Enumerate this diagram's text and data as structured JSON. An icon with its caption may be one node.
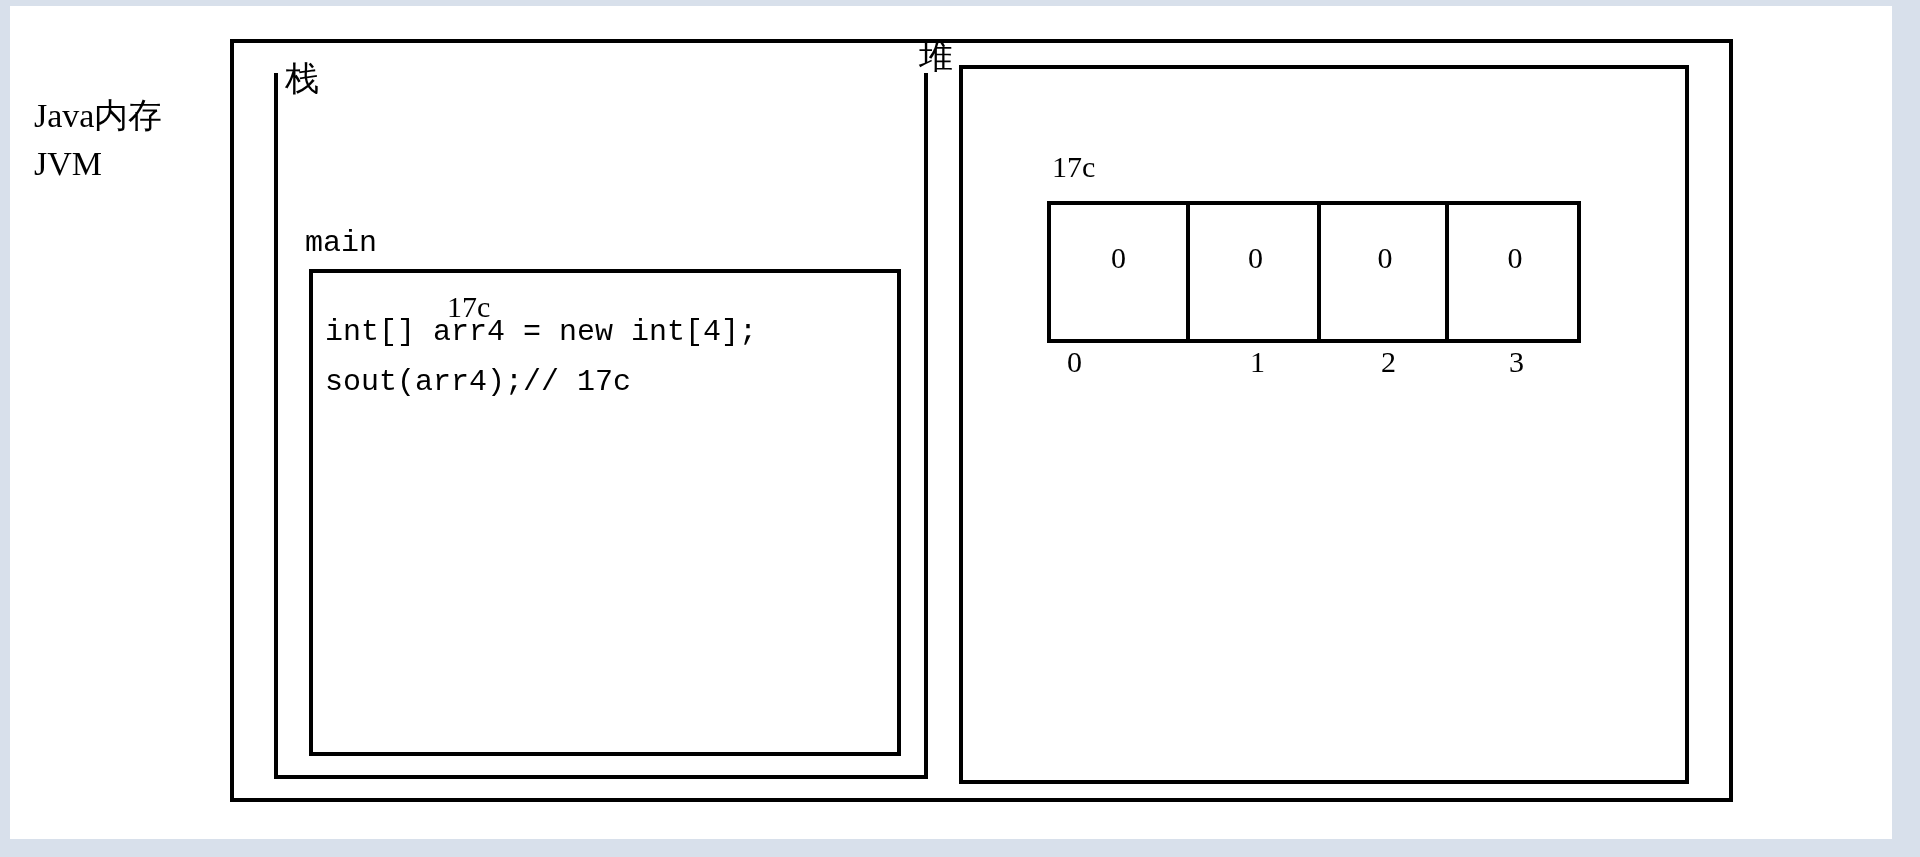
{
  "diagram": {
    "nodes": [
      {
        "text": [
          "Java内存 JVM"
        ]
      },
      {
        "text": [
          "栈"
        ],
        "in": 0
      },
      {
        "text": [
          "main",
          "17c",
          "int[] arr4 = new int[4];",
          "sout(arr4);// 17c"
        ],
        "in": 1
      },
      {
        "text": [
          "堆"
        ],
        "in": 0
      },
      {
        "text": [
          "17c"
        ],
        "in": 3
      },
      {
        "text": [
          "0"
        ],
        "beside": [
          "0"
        ],
        "in": 4
      },
      {
        "text": [
          "0"
        ],
        "beside": [
          "1"
        ],
        "in": 4
      },
      {
        "text": [
          "0"
        ],
        "beside": [
          "2"
        ],
        "in": 4
      },
      {
        "text": [
          "0"
        ],
        "beside": [
          "3"
        ],
        "in": 4
      }
    ],
    "edges": []
  }
}
